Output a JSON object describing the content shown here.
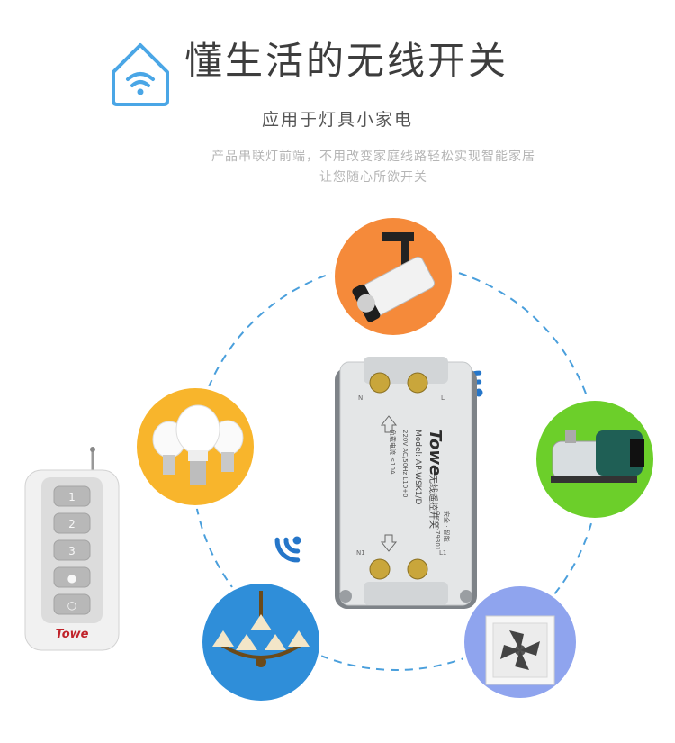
{
  "header": {
    "title": "懂生活的无线开关",
    "subtitle": "应用于灯具小家电",
    "desc_line1": "产品串联灯前端，不用改变家庭线路轻松实现智能家居",
    "desc_line2": "让您随心所欲开关"
  },
  "module": {
    "brand": "Towe",
    "name": "无线遥控开关",
    "model": "Model: AP-WSK1/D",
    "rating": "220V AC/50Hz  L10+0",
    "load": "负载电流  ≤10A",
    "order": "Order-79301",
    "safety": "安全 · 智能",
    "terminal_n": "N",
    "terminal_l": "L",
    "terminal_n1": "N1",
    "terminal_l1": "L1"
  },
  "remote": {
    "brand": "Towe",
    "buttons": [
      "1",
      "2",
      "3",
      "●",
      "○"
    ]
  },
  "colors": {
    "ring": "#4a9fdc",
    "spotlight_bg": "#f58a3a",
    "bulbs_bg": "#f8b52c",
    "pump_bg": "#6ccf2a",
    "chandelier_bg": "#2f8ed9",
    "fan_bg": "#8fa4ee",
    "wifi": "#2576c9"
  },
  "icons": [
    "house-wifi-icon",
    "wifi-signal-icon"
  ]
}
